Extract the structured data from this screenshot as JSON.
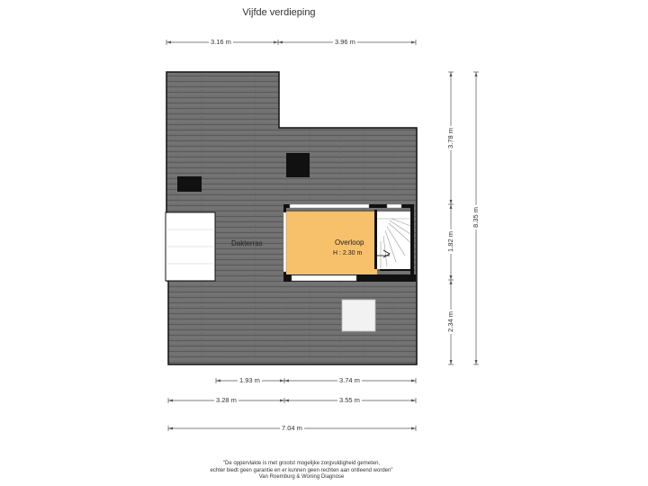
{
  "title": "Vijfde verdieping",
  "rooms": {
    "dakterras": {
      "label": "Dakterras"
    },
    "overloop": {
      "label": "Overloop",
      "height": "H : 2.30 m"
    }
  },
  "dimensions": {
    "top_left": "3.16 m",
    "top_right": "3.96 m",
    "right_upper": "3.78 m",
    "right_middle": "1.82 m",
    "right_lower": "2.34 m",
    "right_total": "8.35 m",
    "bottom_row1_left": "1.93 m",
    "bottom_row1_right": "3.74 m",
    "bottom_row2_left": "3.28 m",
    "bottom_row2_right": "3.55 m",
    "bottom_total": "7.04 m"
  },
  "footer": {
    "line1": "\"De oppervlakte is met grootst mogelijke zorgvuldigheid gemeten,",
    "line2": "echter biedt geen garantie en er kunnen geen rechten aan ontleend worden\"",
    "line3": "Van Roemburg & Woning Diagnose"
  },
  "colors": {
    "deck": "#6e6e6e",
    "overloop": "#f7c06b",
    "wall": "#111111"
  }
}
